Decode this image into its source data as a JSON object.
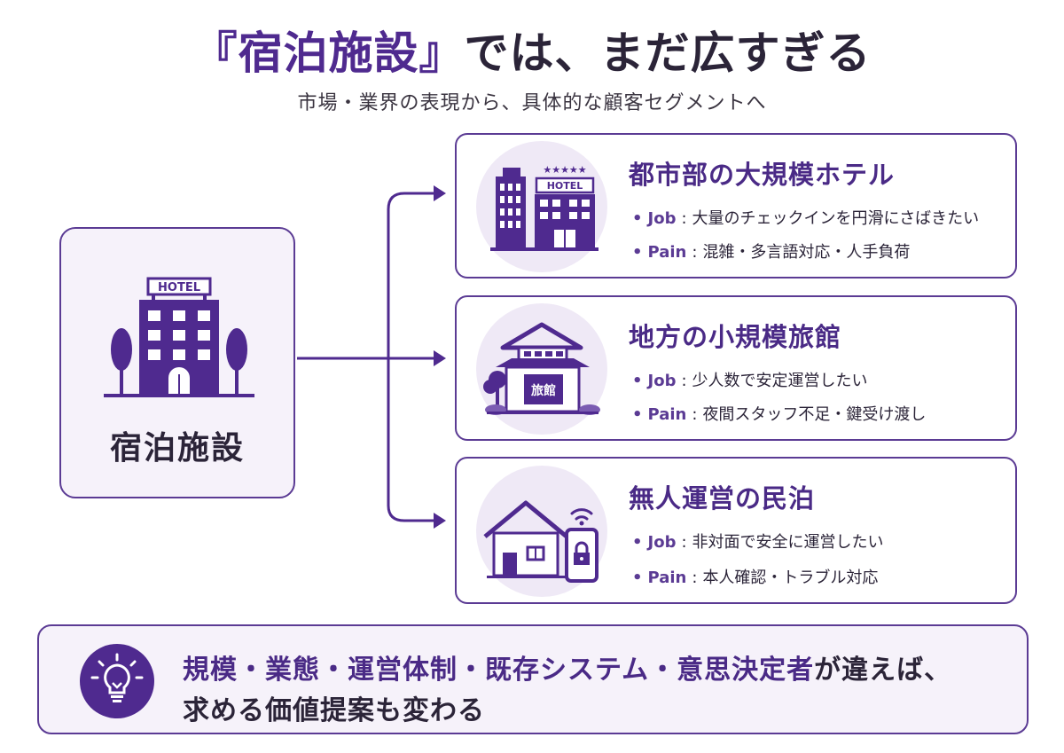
{
  "header": {
    "title_highlight": "『宿泊施設』",
    "title_rest": "では、まだ広すぎる",
    "subtitle": "市場・業界の表現から、具体的な顧客セグメントへ"
  },
  "source": {
    "label": "宿泊施設",
    "sign_text": "HOTEL"
  },
  "segments": [
    {
      "title": "都市部の大規模ホテル",
      "job_key": "Job",
      "job_text": "大量のチェックインを円滑にさばきたい",
      "pain_key": "Pain",
      "pain_text": "混雑・多言語対応・人手負荷",
      "sign_text": "HOTEL",
      "stars": "★★★★★"
    },
    {
      "title": "地方の小規模旅館",
      "job_key": "Job",
      "job_text": "少人数で安定運営したい",
      "pain_key": "Pain",
      "pain_text": "夜間スタッフ不足・鍵受け渡し",
      "sign_text": "旅館"
    },
    {
      "title": "無人運営の民泊",
      "job_key": "Job",
      "job_text": "非対面で安全に運営したい",
      "pain_key": "Pain",
      "pain_text": "本人確認・トラブル対応"
    }
  ],
  "banner": {
    "line1_highlight": "規模・業態・運営体制・既存システム・意思決定者",
    "line1_rest": "が違えば、",
    "line2": "求める価値提案も変わる"
  },
  "colors": {
    "accent": "#4f2a8f",
    "border": "#5b3b94",
    "soft_bg": "#f6f2fa",
    "icon_bg": "#efe9f6"
  }
}
